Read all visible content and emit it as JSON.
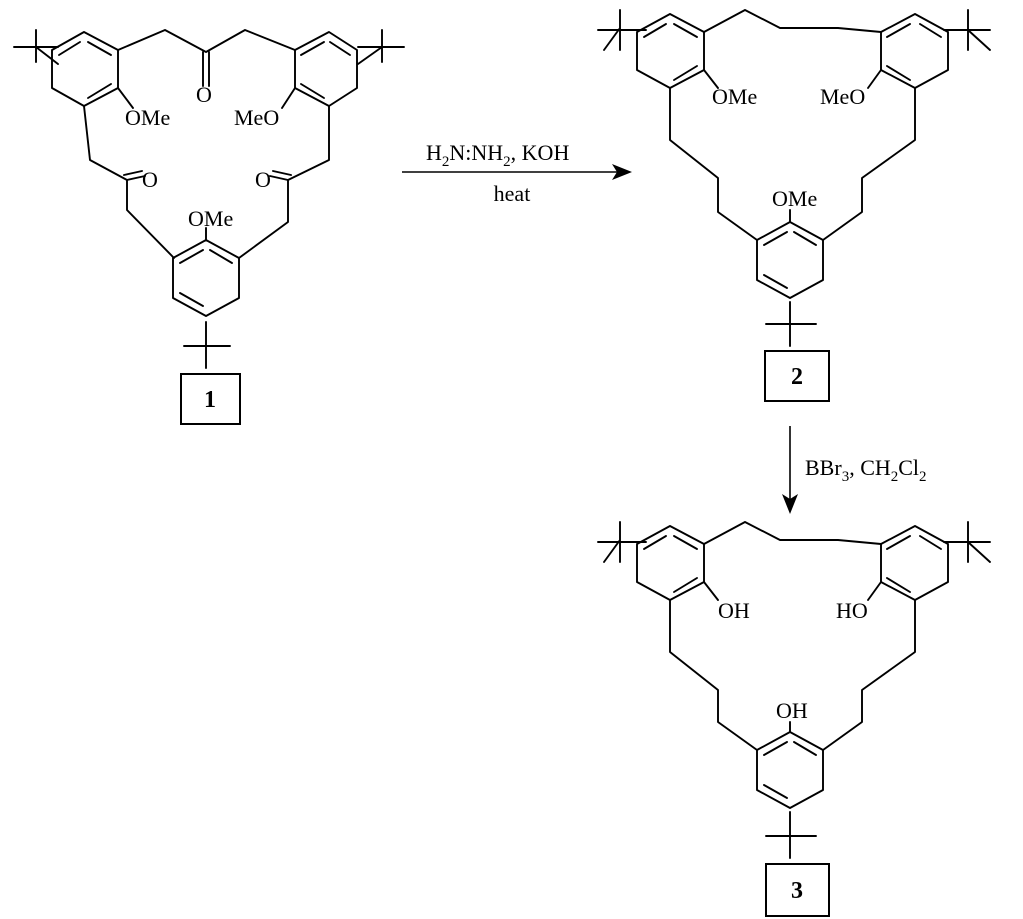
{
  "compounds": [
    {
      "number": "1",
      "substituents": [
        "OMe",
        "MeO",
        "OMe"
      ],
      "carbonyl_label": "O"
    },
    {
      "number": "2",
      "substituents": [
        "OMe",
        "MeO",
        "OMe"
      ]
    },
    {
      "number": "3",
      "substituents": [
        "OH",
        "HO",
        "OH"
      ]
    }
  ],
  "reactions": [
    {
      "from": "1",
      "to": "2",
      "reagents": {
        "part1": "H",
        "sub1": "2",
        "part2": "N:NH",
        "sub2": "2",
        "part3": ",  KOH"
      },
      "condition": "heat"
    },
    {
      "from": "2",
      "to": "3",
      "reagents": {
        "part1": "BBr",
        "sub1": "3",
        "part2": ",  CH",
        "sub2": "2",
        "part3": "Cl",
        "sub3": "2"
      }
    }
  ]
}
